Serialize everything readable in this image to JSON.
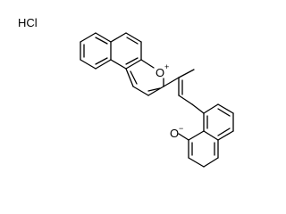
{
  "molecule": {
    "salt_label": "HCl",
    "oxonium": {
      "element": "O",
      "charge": "+"
    },
    "oxide": {
      "element": "O",
      "charge": "−"
    }
  }
}
